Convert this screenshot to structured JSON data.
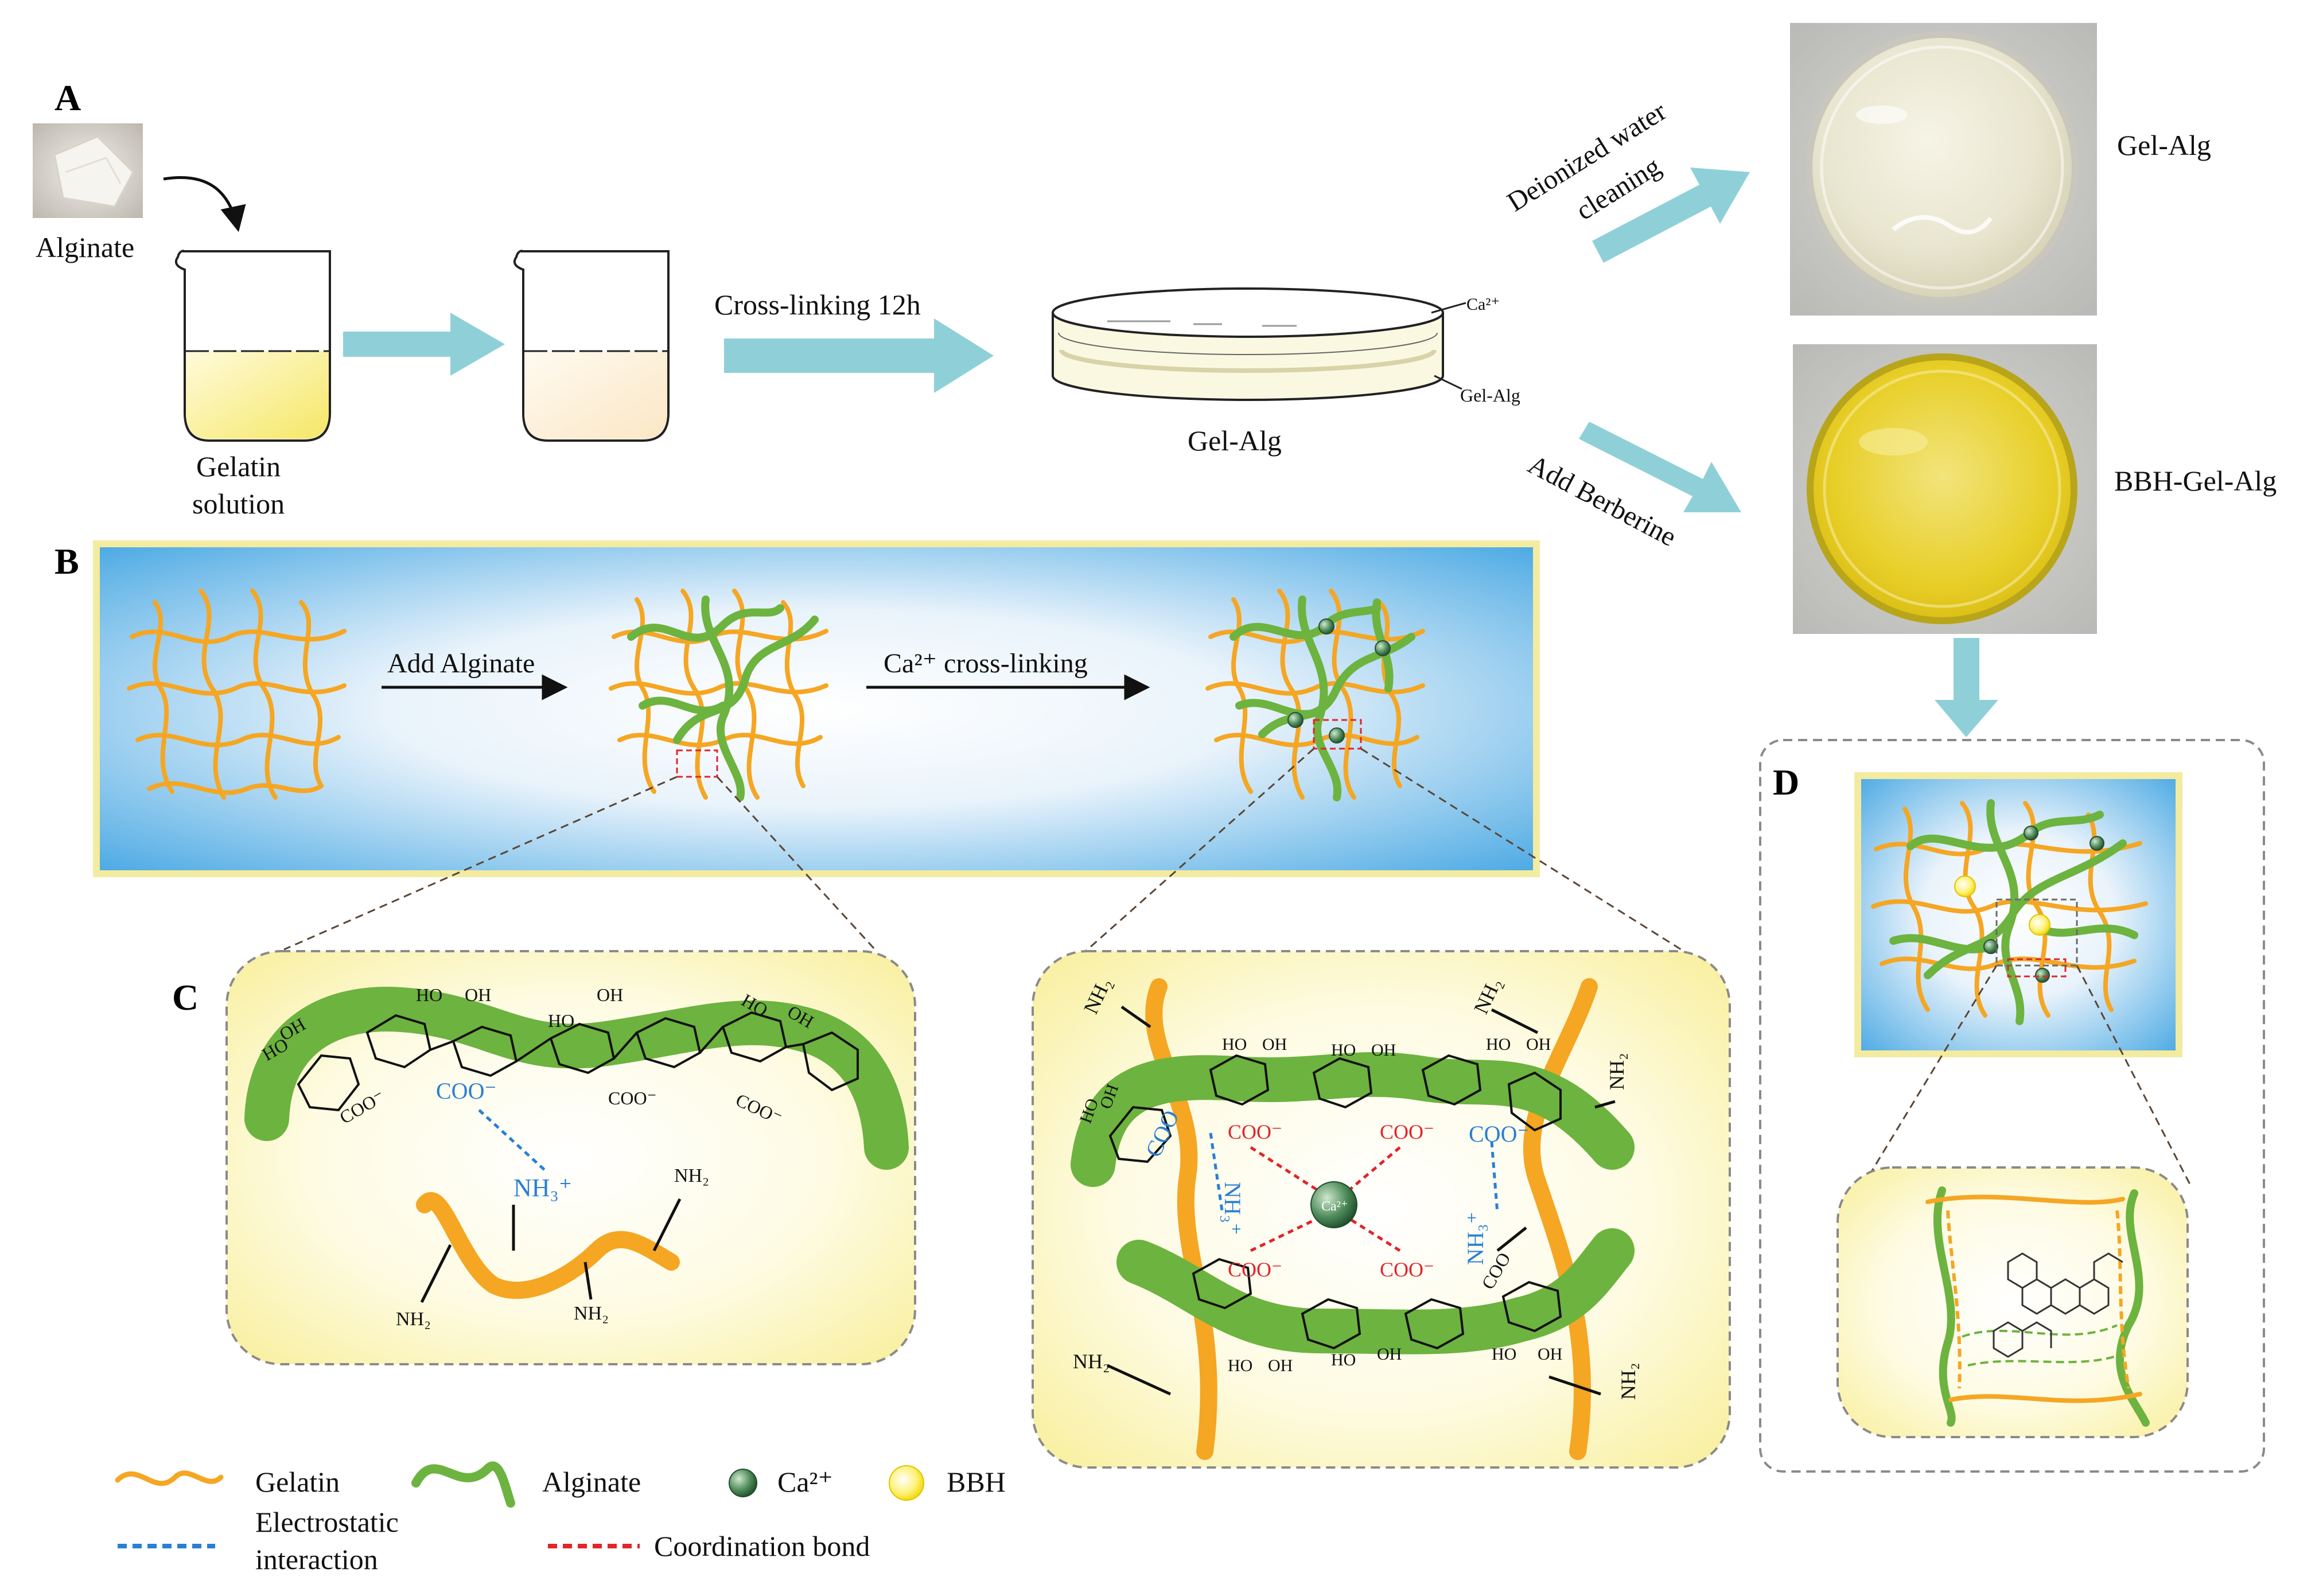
{
  "panels": {
    "a": "A",
    "b": "B",
    "c": "C",
    "d": "D"
  },
  "panel_a": {
    "alginate": "Alginate",
    "gelatin_line1": "Gelatin",
    "gelatin_line2": "solution",
    "crosslink": "Cross-linking 12h",
    "ca_label": "Ca²⁺",
    "dish_label": "Gel-Alg",
    "dish_caption": "Gel-Alg",
    "wash_line1": "Deionized water",
    "wash_line2": "cleaning",
    "add_berberine": "Add Berberine",
    "photo1_label": "Gel-Alg",
    "photo2_label": "BBH-Gel-Alg"
  },
  "panel_b": {
    "add_alginate": "Add Alginate",
    "ca_crosslinking": "Ca²⁺ cross-linking"
  },
  "chem": {
    "ho": "HO",
    "oh": "OH",
    "coo": "COO⁻",
    "coo_short": "COO",
    "nh3": "NH₃⁺",
    "nh2": "NH₂",
    "ca": "Ca²⁺"
  },
  "legend": {
    "gelatin": "Gelatin",
    "alginate": "Alginate",
    "ca": "Ca²⁺",
    "bbh": "BBH",
    "electrostatic_line1": "Electrostatic",
    "electrostatic_line2": "interaction",
    "coordination": "Coordination bond"
  },
  "colors": {
    "gelatin": "#f5a623",
    "alginate": "#6db33f",
    "arrow": "#8fd0d8",
    "electrostatic": "#2a7fd4",
    "coordination": "#e0252b",
    "box_fill": "#fdf6c4",
    "box_border": "#f3eba0"
  }
}
